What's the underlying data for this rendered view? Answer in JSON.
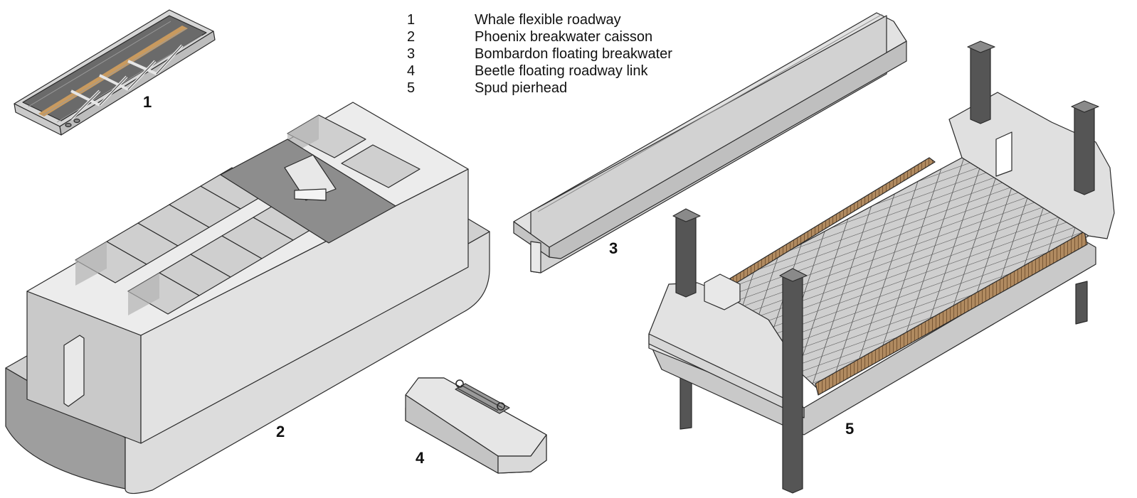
{
  "legend": [
    {
      "number": "1",
      "text": "Whale flexible roadway"
    },
    {
      "number": "2",
      "text": "Phoenix breakwater caisson"
    },
    {
      "number": "3",
      "text": "Bombardon floating breakwater"
    },
    {
      "number": "4",
      "text": "Beetle floating roadway link"
    },
    {
      "number": "5",
      "text": "Spud pierhead"
    }
  ],
  "callouts": {
    "whale": "1",
    "phoenix": "2",
    "bombardon": "3",
    "beetle": "4",
    "pierhead": "5"
  },
  "colors": {
    "light": "#e3e3e3",
    "mid": "#cccccc",
    "dark": "#b4b4b4",
    "deck": "#8d8d8d",
    "steel": "#555555",
    "timber": "#a47c52",
    "outline": "#2a2a2a"
  }
}
